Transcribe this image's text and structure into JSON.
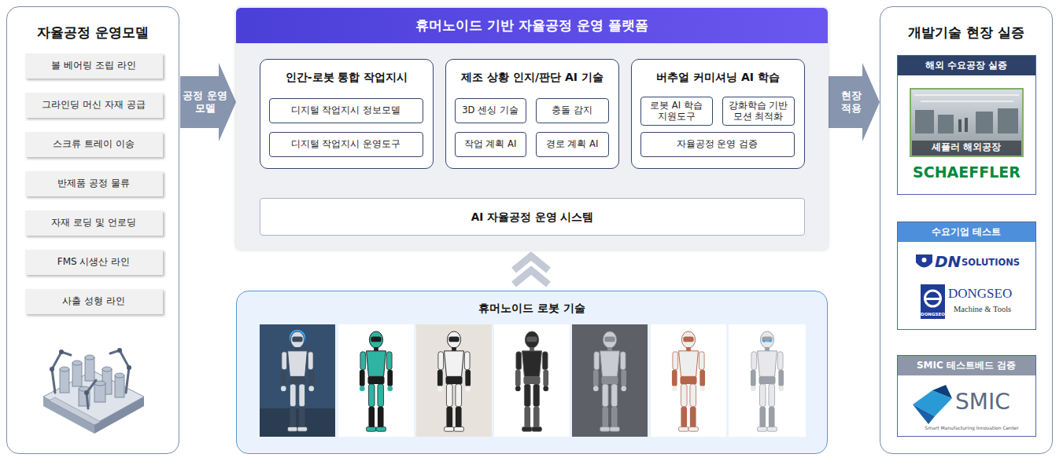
{
  "diagram": {
    "nodes": [
      {
        "text": [
          "자율공정 운영모델"
        ]
      },
      {
        "text": [
          "볼 베어링 조립 라인"
        ],
        "in": 0
      },
      {
        "text": [
          "그라인딩 머신 자재 공급"
        ],
        "in": 0
      },
      {
        "text": [
          "스크류 트레이 이송"
        ],
        "in": 0
      },
      {
        "text": [
          "반제품 공정 물류"
        ],
        "in": 0
      },
      {
        "text": [
          "자재 로딩 및 언로딩"
        ],
        "in": 0
      },
      {
        "text": [
          "FMS 시생산 라인"
        ],
        "in": 0
      },
      {
        "text": [
          "사출 성형 라인"
        ],
        "in": 0
      },
      {
        "text": [
          "휴머노이드 기반 자율공정 운영 플랫폼"
        ]
      },
      {
        "text": [
          "인간-로봇 통합 작업지시"
        ],
        "in": 8
      },
      {
        "text": [
          "디지털 작업지시 정보모델"
        ],
        "in": 9
      },
      {
        "text": [
          "디지털 작업지시 운영도구"
        ],
        "in": 9
      },
      {
        "text": [
          "제조 상황 인지/판단 AI 기술"
        ],
        "in": 8
      },
      {
        "text": [
          "3D 센싱 기술"
        ],
        "in": 12
      },
      {
        "text": [
          "충돌 감지"
        ],
        "in": 12
      },
      {
        "text": [
          "작업 계획 AI"
        ],
        "in": 12
      },
      {
        "text": [
          "경로 계획 AI"
        ],
        "in": 12
      },
      {
        "text": [
          "버추얼 커미셔닝 AI 학습"
        ],
        "in": 8
      },
      {
        "text": [
          "로봇 AI 학습 지원도구"
        ],
        "in": 17
      },
      {
        "text": [
          "강화학습 기반 모션 최적화"
        ],
        "in": 17
      },
      {
        "text": [
          "자율공정 운영 검증"
        ],
        "in": 17
      },
      {
        "text": [
          "AI 자율공정 운영 시스템"
        ],
        "in": 8
      },
      {
        "text": [
          "휴머노이드 로봇 기술"
        ]
      },
      {
        "text": [
          "개발기술 현장 실증"
        ]
      },
      {
        "text": [
          "해외 수요공장 실증"
        ],
        "in": 23
      },
      {
        "text": [
          "수요기업 테스트"
        ],
        "in": 23
      },
      {
        "text": [
          "SMIC 테스트베드 검증"
        ],
        "in": 23
      }
    ],
    "edges": [
      {
        "from": 0,
        "to": 8,
        "label": "공정 운영 모델",
        "arrow": "to"
      },
      {
        "from": 9,
        "to": 21,
        "arrow": "to"
      },
      {
        "from": 12,
        "to": 21,
        "arrow": "to"
      },
      {
        "from": 17,
        "to": 21,
        "arrow": "to"
      },
      {
        "from": 22,
        "to": 8,
        "arrow": "to"
      },
      {
        "from": 8,
        "to": 23,
        "label": "현장 적용",
        "arrow": "to"
      }
    ],
    "labels": [
      "셰플러 해외공장",
      "SCHAEFFLER",
      "DN",
      "SOLUTIONS",
      "DONGSEO",
      "DONGSEO",
      "Machine & Tools",
      "SMIC",
      "Smart Manufacturing Innovation Center"
    ]
  }
}
